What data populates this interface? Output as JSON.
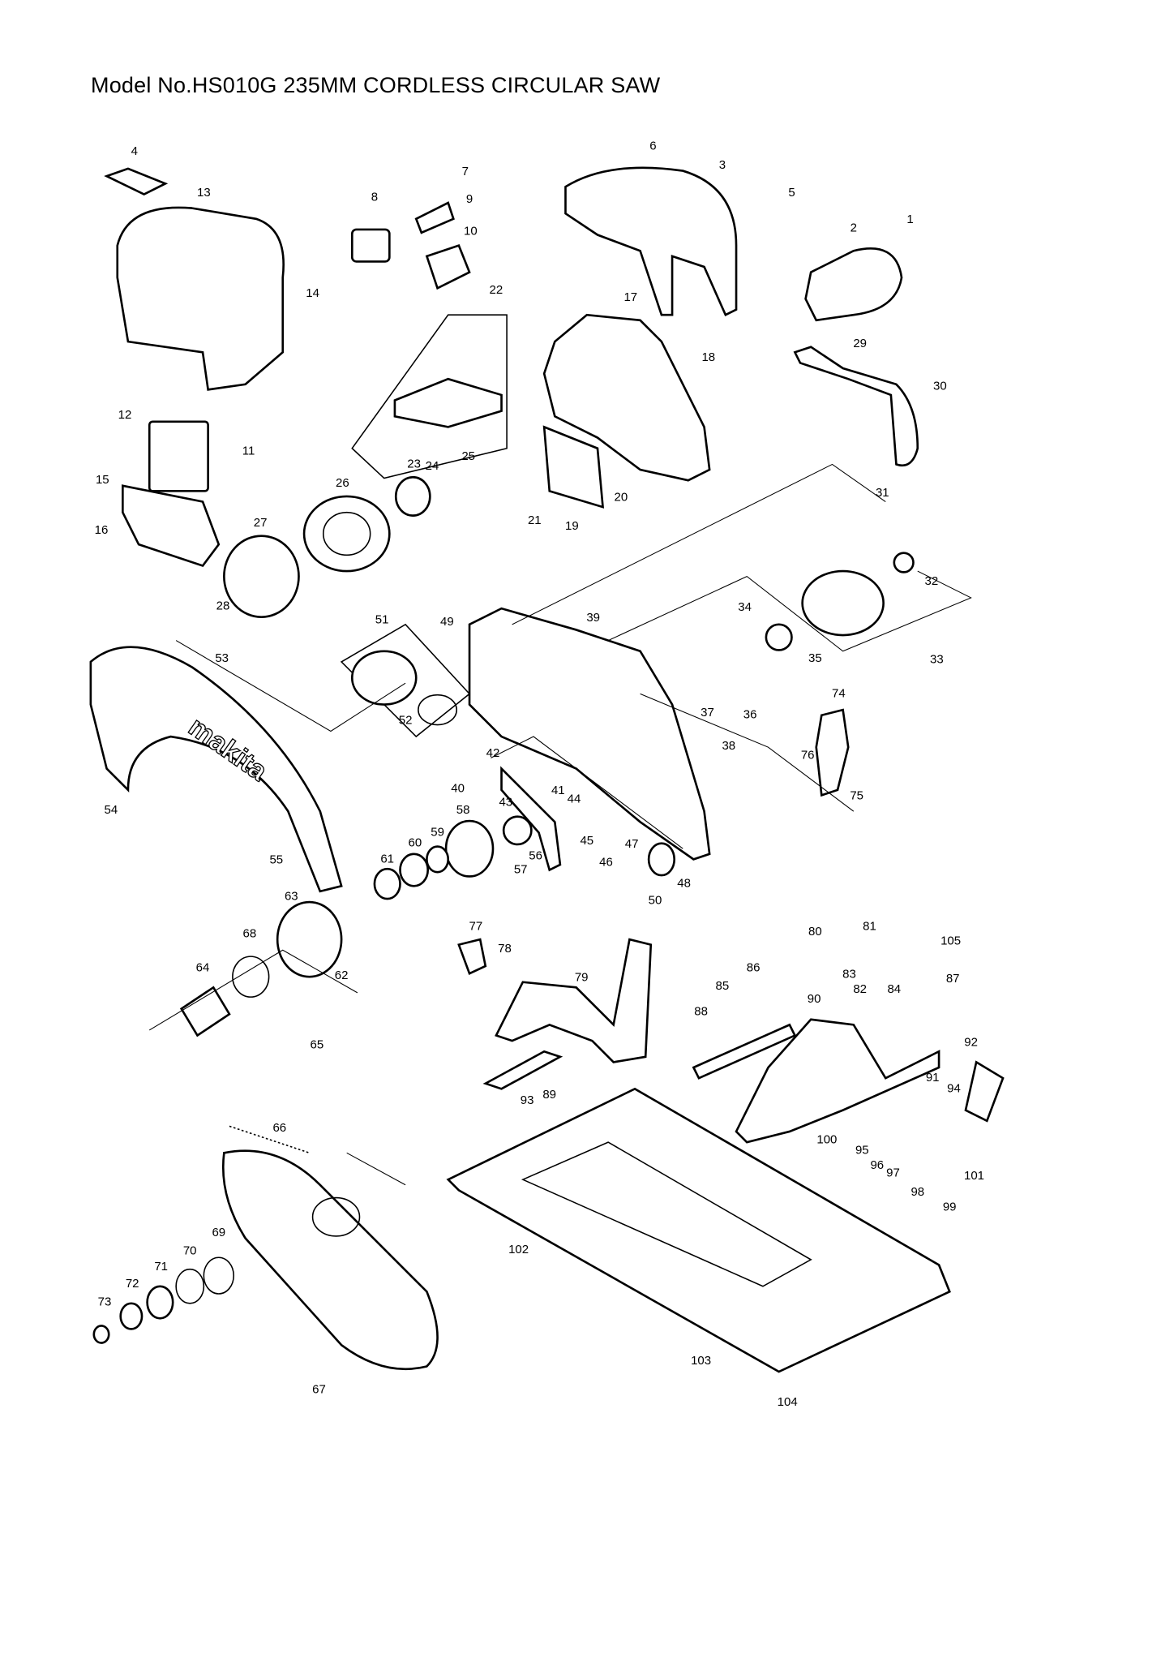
{
  "title": "Model No.HS010G 235MM CORDLESS CIRCULAR SAW",
  "logo_text": "makita",
  "parts": [
    "1",
    "2",
    "3",
    "4",
    "5",
    "6",
    "7",
    "8",
    "9",
    "10",
    "11",
    "12",
    "13",
    "14",
    "15",
    "16",
    "17",
    "18",
    "19",
    "20",
    "21",
    "22",
    "23",
    "24",
    "25",
    "26",
    "27",
    "28",
    "29",
    "30",
    "31",
    "32",
    "33",
    "34",
    "35",
    "36",
    "37",
    "38",
    "39",
    "40",
    "41",
    "42",
    "43",
    "44",
    "45",
    "46",
    "47",
    "48",
    "49",
    "50",
    "51",
    "52",
    "53",
    "54",
    "55",
    "56",
    "57",
    "58",
    "59",
    "60",
    "61",
    "62",
    "63",
    "64",
    "65",
    "66",
    "67",
    "68",
    "69",
    "70",
    "71",
    "72",
    "73",
    "74",
    "75",
    "76",
    "77",
    "78",
    "79",
    "80",
    "81",
    "82",
    "83",
    "84",
    "85",
    "86",
    "87",
    "88",
    "89",
    "90",
    "91",
    "92",
    "93",
    "94",
    "95",
    "96",
    "97",
    "98",
    "99",
    "100",
    "101",
    "102",
    "103",
    "104",
    "105"
  ]
}
